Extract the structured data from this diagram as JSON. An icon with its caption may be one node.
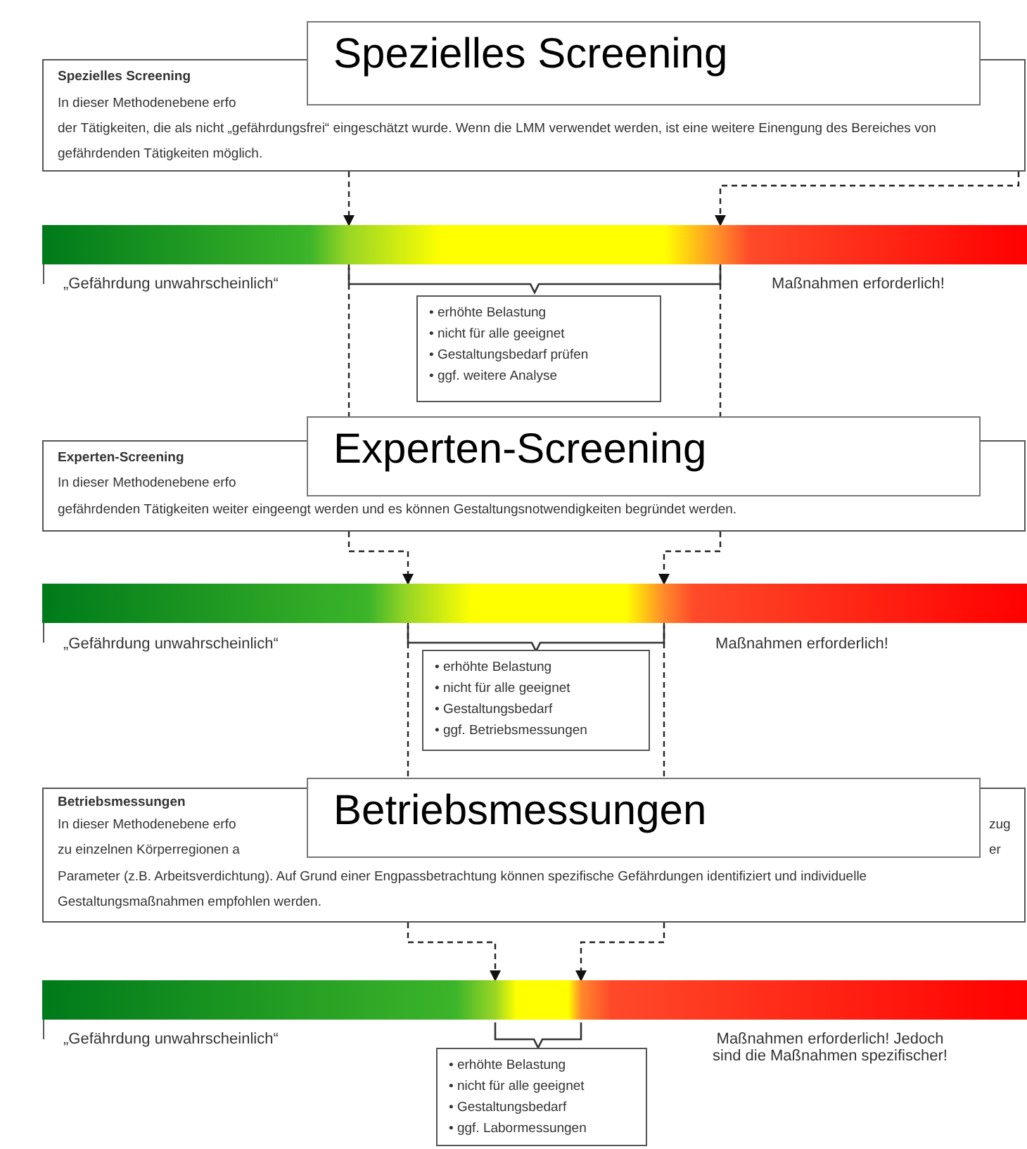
{
  "diagram": {
    "nodes": [
      {
        "text": [
          "Spezielles Screening"
        ]
      },
      {
        "text": [
          "Spezielles Screening",
          "In dieser Methodenebene erfo",
          "der Tätigkeiten, die als nicht „gefährdungsfrei“ eingeschätzt wurde.  Wenn die LMM verwendet werden, ist eine weitere Einengung des Bereiches von gefährdenden Tätigkeiten möglich."
        ]
      },
      {
        "text": [],
        "shape": "bar",
        "beside": [
          "„Gefährdung unwahrscheinlich“",
          "Maßnahmen erforderlich!"
        ]
      },
      {
        "text": [
          "• erhöhte Belastung",
          "• nicht für alle geeignet",
          "• Gestaltungsbedarf prüfen",
          "• ggf. weitere Analyse"
        ]
      },
      {
        "text": [
          "Experten-Screening"
        ]
      },
      {
        "text": [
          "Experten-Screening",
          "In dieser Methodenebene erfo",
          "gefährdenden Tätigkeiten weiter eingeengt werden und es können Gestaltungsnotwendigkeiten begründet werden."
        ]
      },
      {
        "text": [],
        "shape": "bar",
        "beside": [
          "„Gefährdung unwahrscheinlich“",
          "Maßnahmen erforderlich!"
        ]
      },
      {
        "text": [
          "• erhöhte Belastung",
          "• nicht für alle geeignet",
          "• Gestaltungsbedarf",
          "• ggf. Betriebsmessungen"
        ]
      },
      {
        "text": [
          "Betriebsmessungen"
        ]
      },
      {
        "text": [
          "Betriebsmessungen",
          "In dieser Methodenebene erfo",
          "zug",
          "zu einzelnen Körperregionen a",
          "er",
          "Parameter (z.B. Arbeitsverdichtung). Auf Grund einer Engpassbetrachtung können spezifische Gefährdungen identifiziert und individuelle Gestaltungsmaßnahmen empfohlen werden."
        ]
      },
      {
        "text": [],
        "shape": "bar",
        "beside": [
          "„Gefährdung unwahrscheinlich“",
          "Maßnahmen erforderlich! Jedoch sind die Maßnahmen spezifischer!"
        ]
      },
      {
        "text": [
          "• erhöhte Belastung",
          "• nicht für alle geeignet",
          "• Gestaltungsbedarf",
          "• ggf. Labormessungen"
        ]
      }
    ],
    "edges": [
      {
        "from": 1,
        "to": 2,
        "arrow": "to",
        "style": "dashed"
      },
      {
        "from": 1,
        "to": 2,
        "arrow": "to",
        "style": "dashed"
      },
      {
        "from": 2,
        "to": 4,
        "arrow": "none",
        "style": "dashed"
      },
      {
        "from": 2,
        "to": 4,
        "arrow": "none",
        "style": "dashed"
      },
      {
        "from": 5,
        "to": 6,
        "arrow": "to",
        "style": "dashed"
      },
      {
        "from": 5,
        "to": 6,
        "arrow": "to",
        "style": "dashed"
      },
      {
        "from": 6,
        "to": 8,
        "arrow": "none",
        "style": "dashed"
      },
      {
        "from": 6,
        "to": 8,
        "arrow": "none",
        "style": "dashed"
      },
      {
        "from": 9,
        "to": 10,
        "arrow": "to",
        "style": "dashed"
      },
      {
        "from": 9,
        "to": 10,
        "arrow": "to",
        "style": "dashed"
      }
    ]
  }
}
